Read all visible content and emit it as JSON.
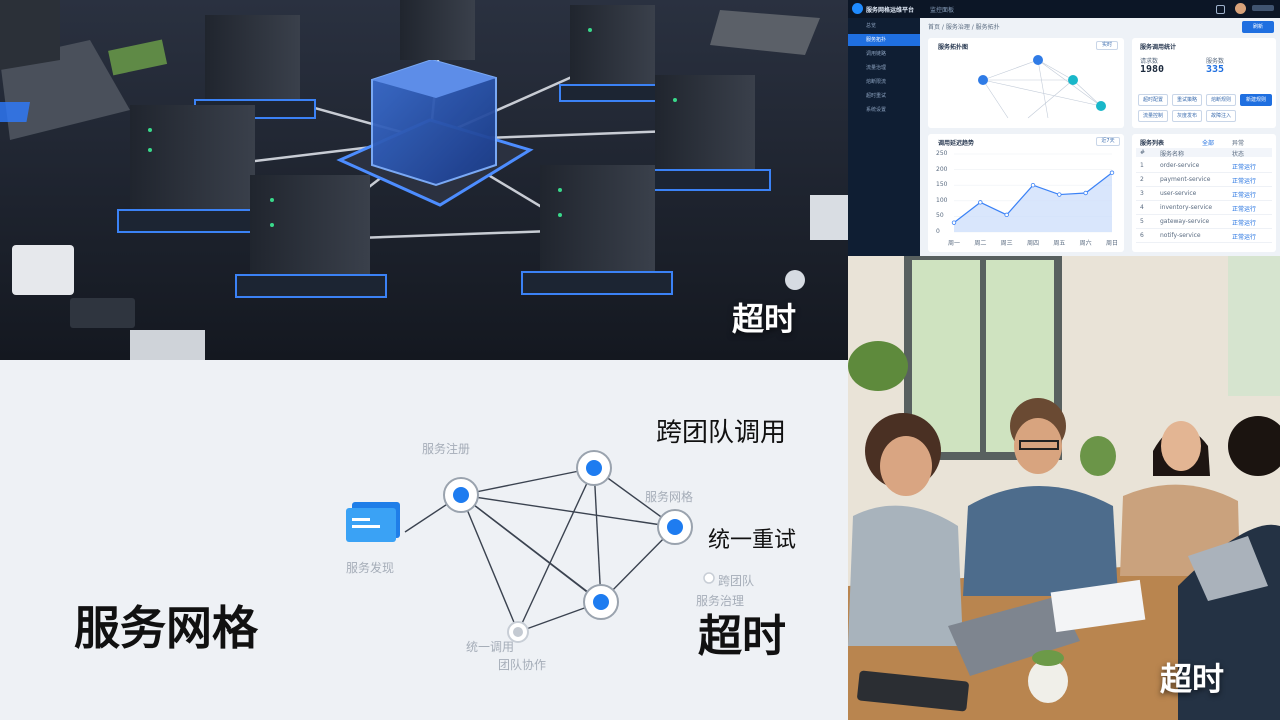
{
  "scene": {
    "label": "超时"
  },
  "dashboard": {
    "app_title": "服务网格运维平台",
    "header_tab": "监控面板",
    "breadcrumb": "首页 / 服务治理 / 服务拓扑",
    "action_button": "刷新",
    "sidebar_items": [
      "总览",
      "服务拓扑",
      "调用链路",
      "流量治理",
      "熔断限流",
      "超时重试",
      "系统设置"
    ],
    "card_topology_title": "服务拓扑图",
    "card_topology_tag": "实时",
    "card_stats_title": "服务调用统计",
    "stat_requests": "1980",
    "stat_requests_label": "请求数",
    "stat_services": "335",
    "stat_services_label": "服务数",
    "buttons": [
      "超时配置",
      "重试策略",
      "熔断规则",
      "新建规则",
      "流量控制",
      "灰度发布",
      "故障注入"
    ],
    "card_trend_title": "调用延迟趋势",
    "card_trend_tag": "近7天",
    "trend_y_ticks": [
      "250",
      "200",
      "150",
      "100",
      "50",
      "0"
    ],
    "trend_x_ticks": [
      "周一",
      "周二",
      "周三",
      "周四",
      "周五",
      "周六",
      "周日"
    ],
    "trend_values": [
      30,
      95,
      55,
      150,
      120,
      125,
      190
    ],
    "card_table_title": "服务列表",
    "card_table_tabs": [
      "全部",
      "异常"
    ],
    "table_headers": [
      "#",
      "服务名称",
      "状态"
    ],
    "table_rows": [
      [
        "1",
        "order-service",
        "正常运行"
      ],
      [
        "2",
        "payment-service",
        "正常运行"
      ],
      [
        "3",
        "user-service",
        "正常运行"
      ],
      [
        "4",
        "inventory-service",
        "正常运行"
      ],
      [
        "5",
        "gateway-service",
        "正常运行"
      ],
      [
        "6",
        "notify-service",
        "正常运行"
      ]
    ]
  },
  "diagram": {
    "title": "服务网格",
    "cross_team": "跨团队调用",
    "unified_retry": "统一重试",
    "timeout": "超时",
    "faint_labels": [
      "服务注册",
      "服务网格",
      "服务发现",
      "跨团队",
      "服务治理",
      "统一调用",
      "团队协作"
    ],
    "colors": {
      "node": "#1e7cf0",
      "line": "#3b4350",
      "ring": "#9aa3ae"
    }
  },
  "photo": {
    "label": "超时"
  }
}
